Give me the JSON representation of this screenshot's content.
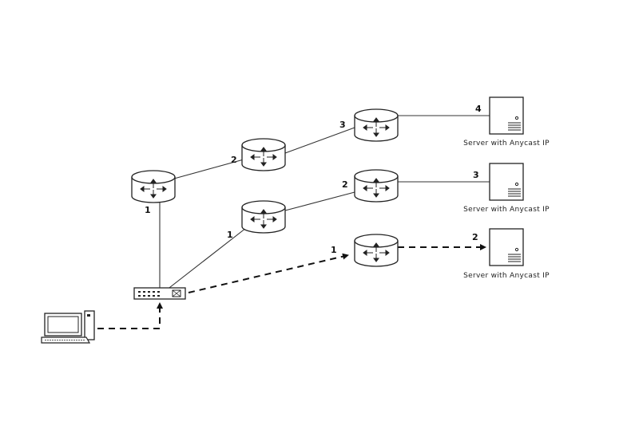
{
  "diagram": {
    "server_label": "Server with Anycast IP",
    "colors": {
      "line": "#333333",
      "fill": "#ffffff",
      "stroke": "#222222"
    },
    "hop_labels": {
      "router_a": "1",
      "router_b": "2",
      "router_c": "3",
      "server_top": "4",
      "router_d": "1",
      "router_e": "2",
      "server_mid": "3",
      "router_f": "1",
      "server_bot": "2"
    },
    "servers": [
      {
        "id": "server_top",
        "label": "Server with Anycast IP"
      },
      {
        "id": "server_mid",
        "label": "Server with Anycast IP"
      },
      {
        "id": "server_bot",
        "label": "Server with Anycast IP"
      }
    ],
    "icons": {
      "router": "router-icon",
      "switch": "switch-icon",
      "server": "server-icon",
      "client": "desktop-computer-icon"
    }
  }
}
